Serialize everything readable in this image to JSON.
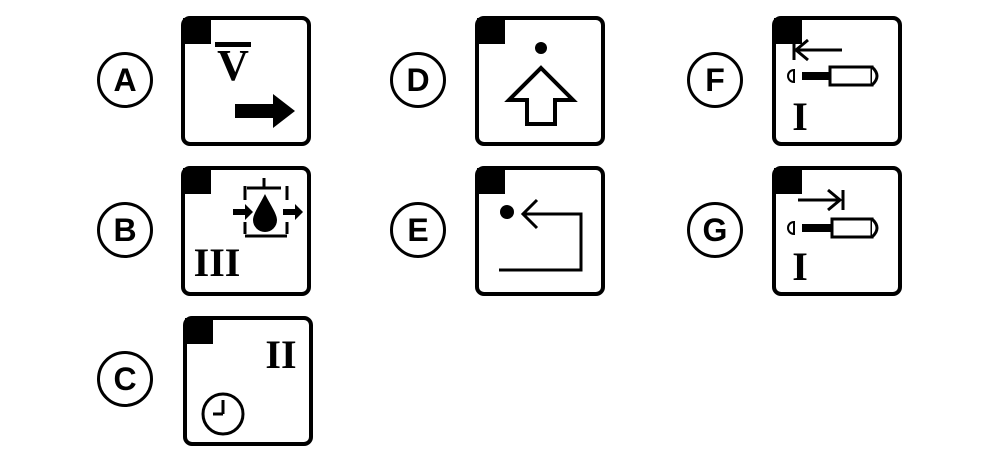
{
  "items": [
    {
      "letter": "A",
      "roman": "V"
    },
    {
      "letter": "B",
      "roman": "III"
    },
    {
      "letter": "C",
      "roman": "II"
    },
    {
      "letter": "D"
    },
    {
      "letter": "E"
    },
    {
      "letter": "F",
      "roman": "I"
    },
    {
      "letter": "G",
      "roman": "I"
    }
  ],
  "icons": {
    "A": "forward-arrow-icon",
    "B": "hydraulic-drop-icon",
    "C": "clock-icon",
    "D": "up-arrow-icon",
    "E": "return-arrow-icon",
    "F": "cylinder-retract-icon",
    "G": "cylinder-extend-icon"
  },
  "colors": {
    "ink": "#000000",
    "background": "#ffffff"
  }
}
